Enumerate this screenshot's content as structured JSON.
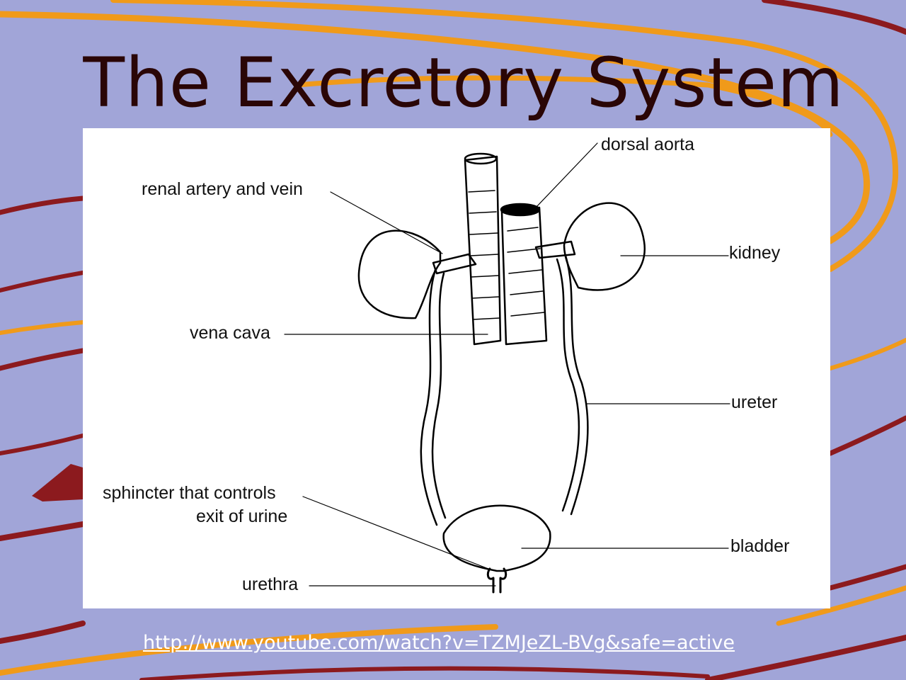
{
  "slide": {
    "title": "The Excretory System",
    "link": "http://www.youtube.com/watch?v=TZMJeZL-BVg&safe=active"
  },
  "diagram": {
    "labels": {
      "dorsal_aorta": "dorsal aorta",
      "renal_artery_vein": "renal artery and vein",
      "kidney": "kidney",
      "vena_cava": "vena cava",
      "ureter": "ureter",
      "sphincter_line1": "sphincter that controls",
      "sphincter_line2": "exit of urine",
      "bladder": "bladder",
      "urethra": "urethra"
    }
  },
  "colors": {
    "background": "#a1a5d8",
    "swoosh_orange": "#f09a1a",
    "swoosh_red": "#8c1a1e",
    "title": "#2a0606",
    "link": "#ffffff"
  }
}
